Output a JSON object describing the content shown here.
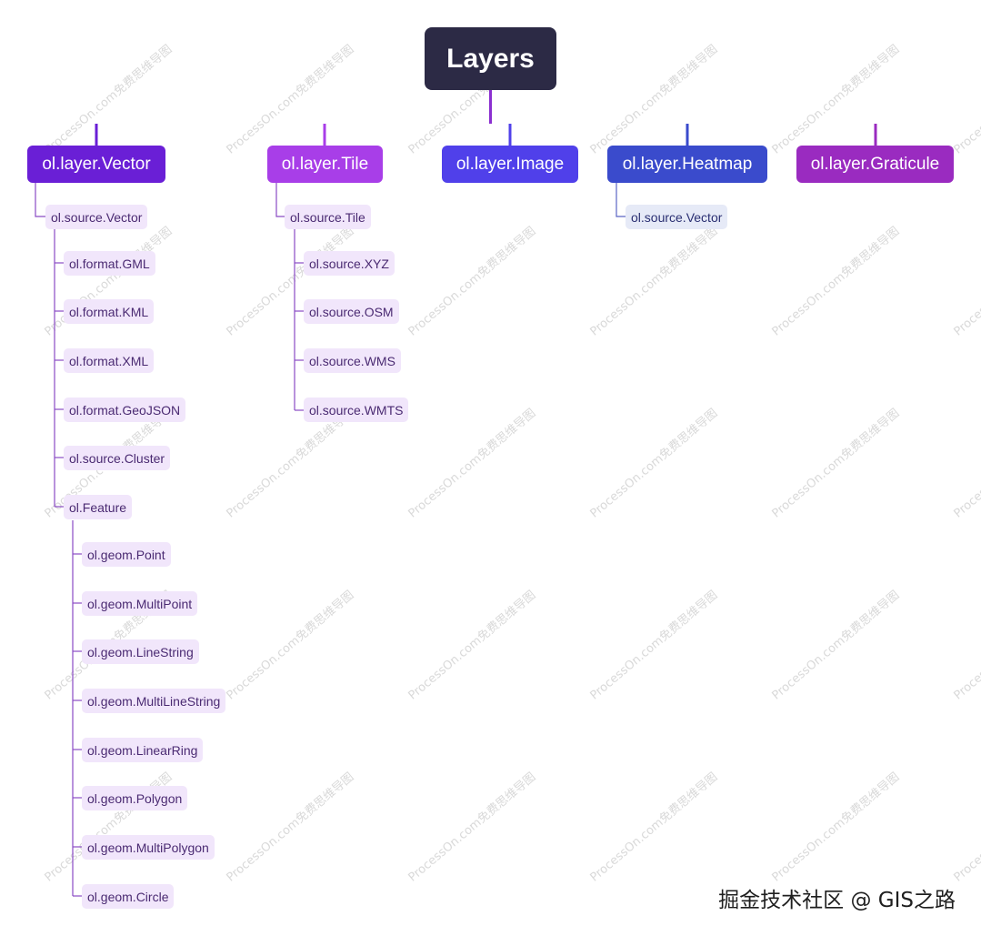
{
  "root": {
    "label": "Layers",
    "color": "#2c2a45"
  },
  "layers": [
    {
      "label": "ol.layer.Vector",
      "color": "#6a1fd6"
    },
    {
      "label": "ol.layer.Tile",
      "color": "#a83ee8"
    },
    {
      "label": "ol.layer.Image",
      "color": "#5040ea"
    },
    {
      "label": "ol.layer.Heatmap",
      "color": "#3a4bcc"
    },
    {
      "label": "ol.layer.Graticule",
      "color": "#9a2bc0"
    }
  ],
  "vector_branch": {
    "source": "ol.source.Vector",
    "children": [
      "ol.format.GML",
      "ol.format.KML",
      "ol.format.XML",
      "ol.format.GeoJSON",
      "ol.source.Cluster",
      "ol.Feature"
    ],
    "feature_children": [
      "ol.geom.Point",
      "ol.geom.MultiPoint",
      "ol.geom.LineString",
      "ol.geom.MultiLineString",
      "ol.geom.LinearRing",
      "ol.geom.Polygon",
      "ol.geom.MultiPolygon",
      "ol.geom.Circle"
    ]
  },
  "tile_branch": {
    "source": "ol.source.Tile",
    "children": [
      "ol.source.XYZ",
      "ol.source.OSM",
      "ol.source.WMS",
      "ol.source.WMTS"
    ]
  },
  "heatmap_branch": {
    "source": "ol.source.Vector"
  },
  "watermark": "ProcessOn.com免费思维导图",
  "footer": "掘金技术社区 @ GIS之路"
}
